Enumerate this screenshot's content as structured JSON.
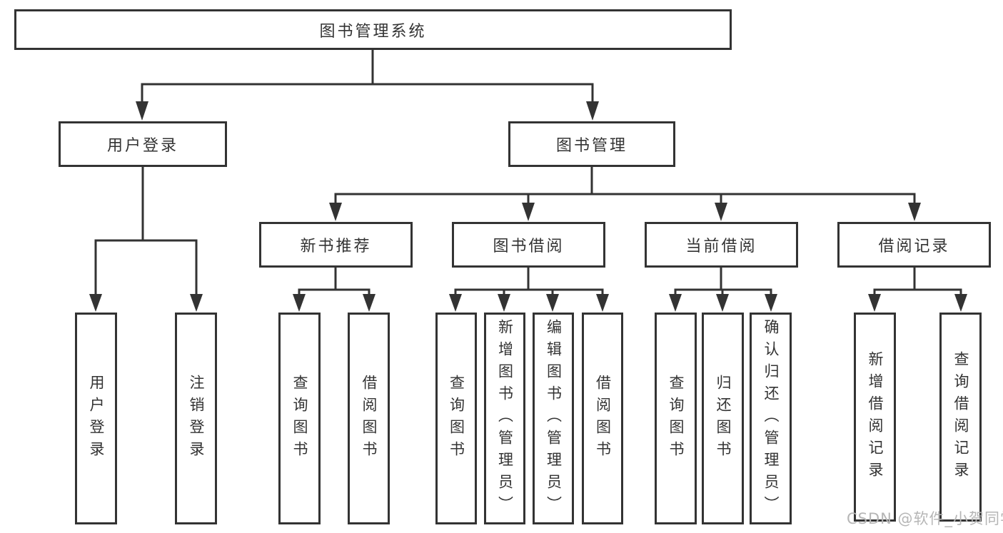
{
  "colors": {
    "line": "#333333",
    "box_border": "#333333",
    "box_background": "#ffffff",
    "text": "#333333",
    "watermark": "#b6b6b6"
  },
  "nodes": {
    "root": "图书管理系统",
    "level2": {
      "user_login": "用户登录",
      "book_management": "图书管理"
    },
    "level3": {
      "new_book_recommend": "新书推荐",
      "book_borrow": "图书借阅",
      "current_borrow": "当前借阅",
      "borrow_records": "借阅记录"
    },
    "level4": {
      "user_login_children": [
        "用户登录",
        "注销登录"
      ],
      "new_book_recommend_children": [
        "查询图书",
        "借阅图书"
      ],
      "book_borrow_children": [
        "查询图书",
        "新增图书（管理员）",
        "编辑图书（管理员）",
        "借阅图书"
      ],
      "current_borrow_children": [
        "查询图书",
        "归还图书",
        "确认归还（管理员）"
      ],
      "borrow_records_children": [
        "新增借阅记录",
        "查询借阅记录"
      ]
    }
  },
  "watermark": "CSDN @软件_小贺同学"
}
